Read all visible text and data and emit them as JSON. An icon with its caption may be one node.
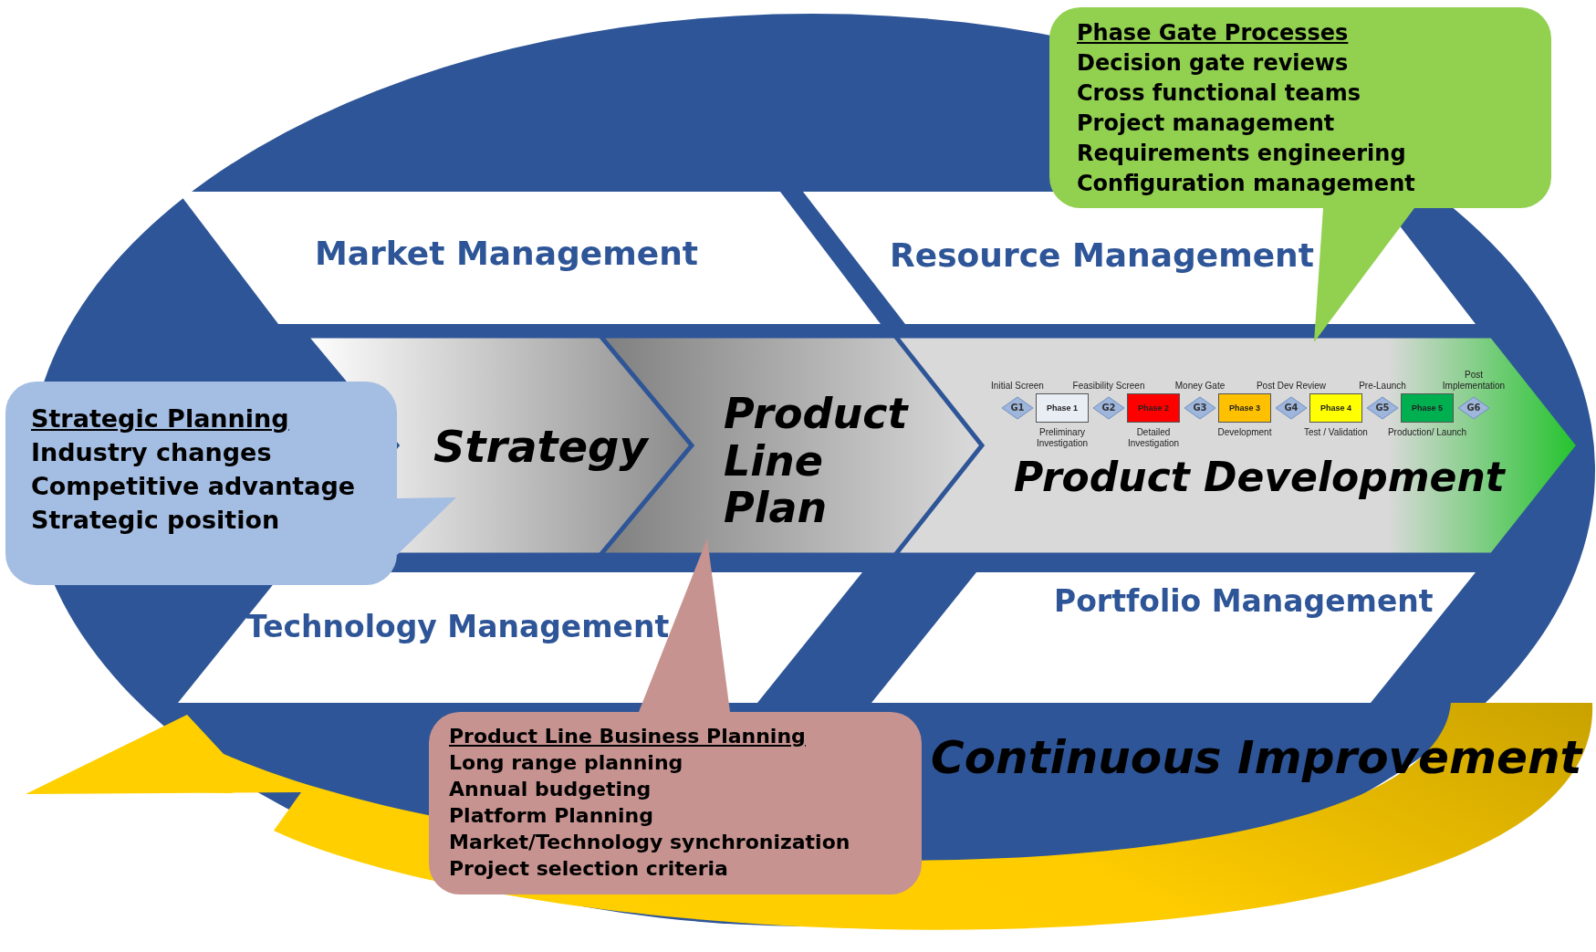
{
  "diagram": {
    "nodes": [
      {
        "text": [
          "Market Management"
        ]
      },
      {
        "text": [
          "Resource Management"
        ]
      },
      {
        "text": [
          "Strategy"
        ]
      },
      {
        "text": [
          "Product Line Plan"
        ]
      },
      {
        "text": [
          "Product Development"
        ]
      },
      {
        "text": [
          "G1"
        ],
        "in": 4,
        "beside": [
          "Initial Screen"
        ]
      },
      {
        "text": [
          "Phase 1"
        ],
        "in": 4,
        "beside": [
          "Preliminary Investigation"
        ]
      },
      {
        "text": [
          "G2"
        ],
        "in": 4,
        "beside": [
          "Feasibility Screen"
        ]
      },
      {
        "text": [
          "Phase 2"
        ],
        "in": 4,
        "beside": [
          "Detailed Investigation"
        ]
      },
      {
        "text": [
          "G3"
        ],
        "in": 4,
        "beside": [
          "Money Gate"
        ]
      },
      {
        "text": [
          "Phase 3"
        ],
        "in": 4,
        "beside": [
          "Development"
        ]
      },
      {
        "text": [
          "G4"
        ],
        "in": 4,
        "beside": [
          "Post Dev Review"
        ]
      },
      {
        "text": [
          "Phase 4"
        ],
        "in": 4,
        "beside": [
          "Test / Validation"
        ]
      },
      {
        "text": [
          "G5"
        ],
        "in": 4,
        "beside": [
          "Pre-Launch"
        ]
      },
      {
        "text": [
          "Phase 5"
        ],
        "in": 4,
        "beside": [
          "Production/ Launch"
        ]
      },
      {
        "text": [
          "G6"
        ],
        "in": 4,
        "beside": [
          "Post Implementation"
        ]
      },
      {
        "text": [
          "Technology Management"
        ]
      },
      {
        "text": [
          "Portfolio Management"
        ]
      },
      {
        "text": [
          "Strategic Planning",
          "Industry changes",
          "Competitive advantage",
          "Strategic position"
        ]
      },
      {
        "text": [
          "Product Line Business Planning",
          "Long range planning",
          "Annual budgeting",
          "Platform Planning",
          "Market/Technology synchronization",
          "Project selection criteria"
        ]
      },
      {
        "text": [
          "Phase Gate Processes",
          "Decision gate reviews",
          "Cross functional teams",
          "Project management",
          "Requirements engineering",
          "Configuration management"
        ]
      }
    ],
    "labels": [
      "Continuous Improvement"
    ]
  }
}
